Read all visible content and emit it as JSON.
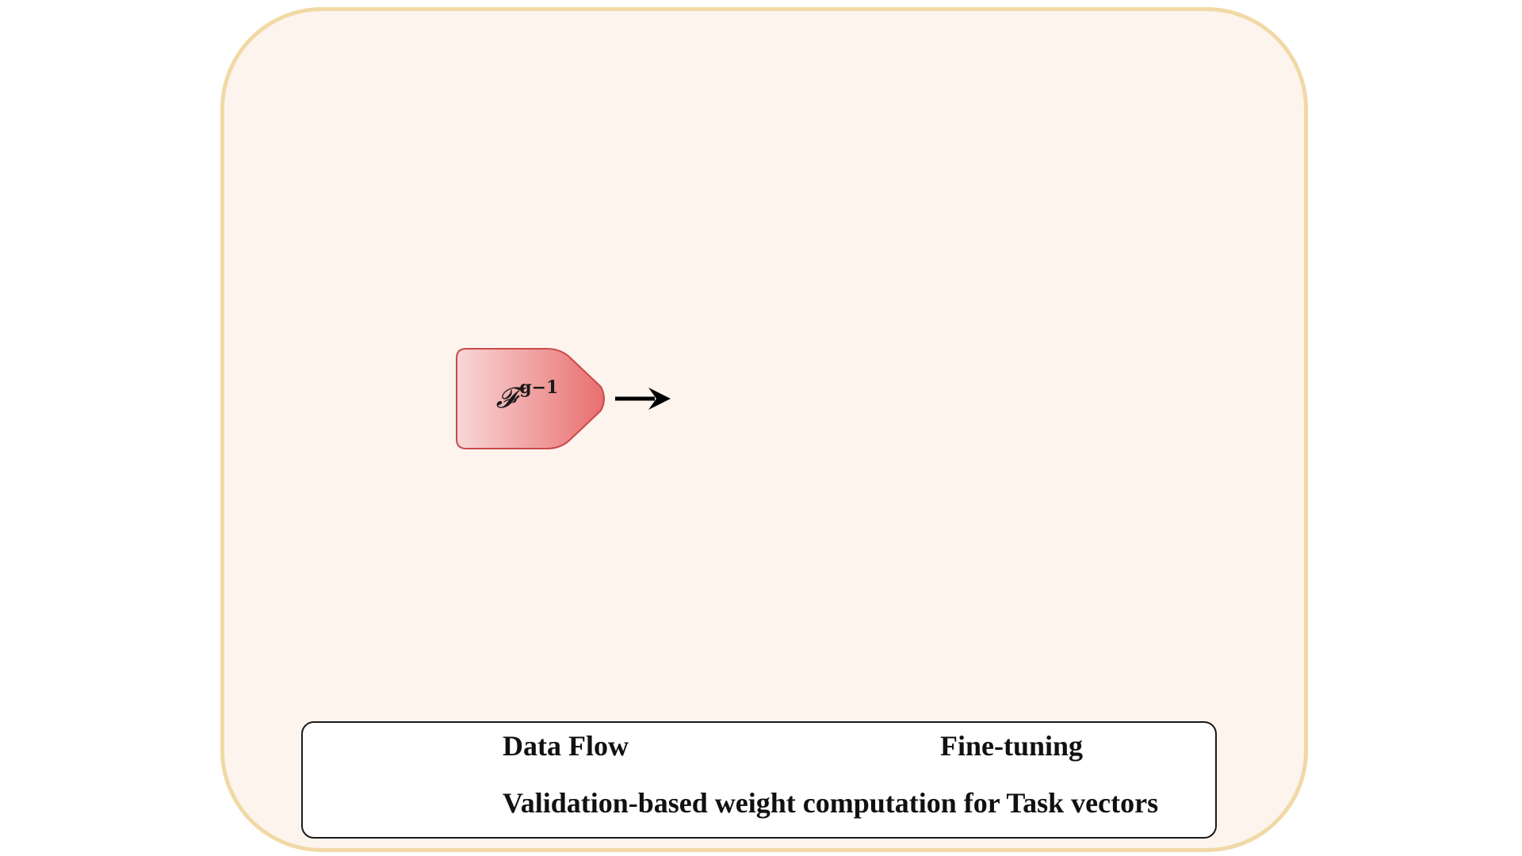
{
  "node": {
    "symbol": "𝓕",
    "superscript": "g−1",
    "fill_light": "#f8d7d7",
    "fill_dark": "#e96f6f",
    "stroke": "#c94a4a"
  },
  "legend": {
    "items": [
      {
        "label": "Data Flow",
        "style": "solid",
        "color": "#000000"
      },
      {
        "label": "Fine-tuning",
        "style": "dashed",
        "color": "#b01010"
      },
      {
        "label": "Validation-based weight computation for Task vectors",
        "style": "dashed",
        "color": "#10a010"
      }
    ]
  },
  "colors": {
    "panel_border": "#f1d9a6",
    "panel_fill": "#fdf4ee"
  }
}
